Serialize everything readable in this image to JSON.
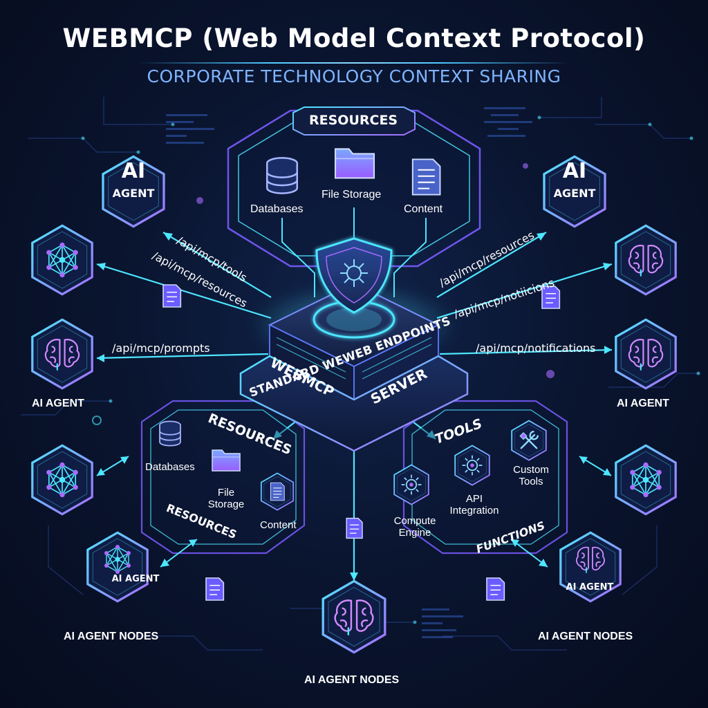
{
  "header": {
    "title": "WEBMCP (Web Model Context Protocol)",
    "subtitle": "CORPORATE TECHNOLOGY CONTEXT SHARING"
  },
  "top_resources": {
    "title": "RESOURCES",
    "items": [
      "Databases",
      "File Storage",
      "Content"
    ]
  },
  "server": {
    "line1": "WEBMCP",
    "line2": "SERVER",
    "banner": "STANDARD WEWEB ENDPOINTS"
  },
  "endpoints": {
    "left": [
      "/api/mcp/tools",
      "/api/mcp/resources",
      "/api/mcp/prompts"
    ],
    "right": [
      "/api/mcp/resources",
      "/api/mcp/notiicions",
      "/api/mcp/notifications"
    ]
  },
  "agents": {
    "ai_short": "AI",
    "agent_word": "AGENT",
    "caption": "AI AGENT",
    "nodes_caption": "AI AGENT NODES"
  },
  "lower_resources": {
    "title": "RESOURCES",
    "footer": "RESOURCES",
    "items": [
      "Databases",
      "File Storage",
      "Content"
    ]
  },
  "tools": {
    "title": "TOOLS",
    "footer": "FUNCTIONS",
    "items": [
      "Compute Engine",
      "API Integration",
      "Custom Tools"
    ]
  },
  "colors": {
    "cyan": "#4ee6ff",
    "purple": "#a86bff",
    "blue": "#3a7bff",
    "background": "#0a1530"
  },
  "icons": [
    "database-icon",
    "folder-icon",
    "file-icon",
    "shield-icon",
    "network-icon",
    "brain-icon",
    "gear-icon",
    "wrench-icon",
    "document-icon"
  ]
}
